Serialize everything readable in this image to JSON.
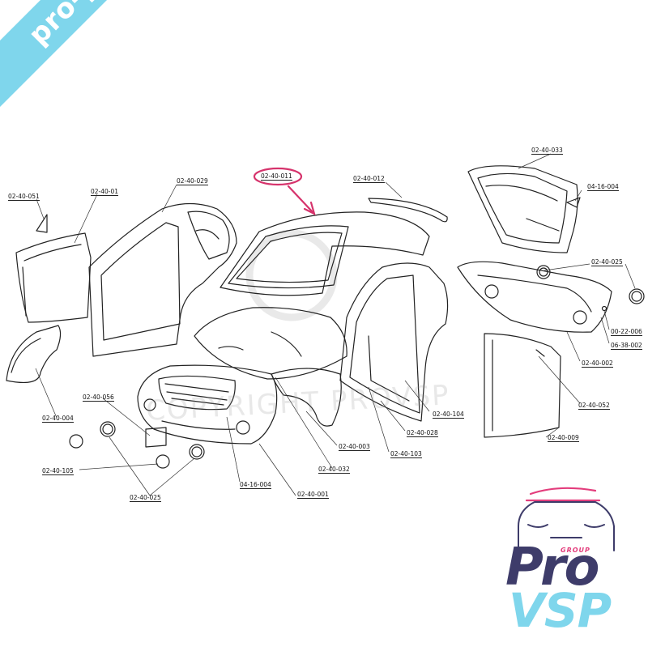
{
  "banner_text": "pro-piece-vsp.com",
  "watermark_text": "COPYRIGHT PROVSP",
  "highlight_color": "#d6336c",
  "banner_color": "#7fd6ec",
  "logo": {
    "group": "GROUP",
    "pro": "Pro",
    "vsp": "VSP",
    "colors": {
      "dark": "#3e3c6a",
      "light": "#7fd6ec",
      "accent": "#e33d7c"
    }
  },
  "labels": {
    "l051": "02-40-051",
    "l01x": "02-40-01",
    "l029": "02-40-029",
    "l011": "02-40-011",
    "l012": "02-40-012",
    "l033": "02-40-033",
    "l16004a": "04-16-004",
    "l025a": "02-40-025",
    "l22006": "00-22-006",
    "l38002": "06-38-002",
    "l002": "02-40-002",
    "l052": "02-40-052",
    "l009": "02-40-009",
    "l004": "02-40-004",
    "l056": "02-40-056",
    "l104": "02-40-104",
    "l028": "02-40-028",
    "l003": "02-40-003",
    "l103": "02-40-103",
    "l105": "02-40-105",
    "l032": "02-40-032",
    "l16004b": "04-16-004",
    "l001": "02-40-001",
    "l025b": "02-40-025"
  }
}
